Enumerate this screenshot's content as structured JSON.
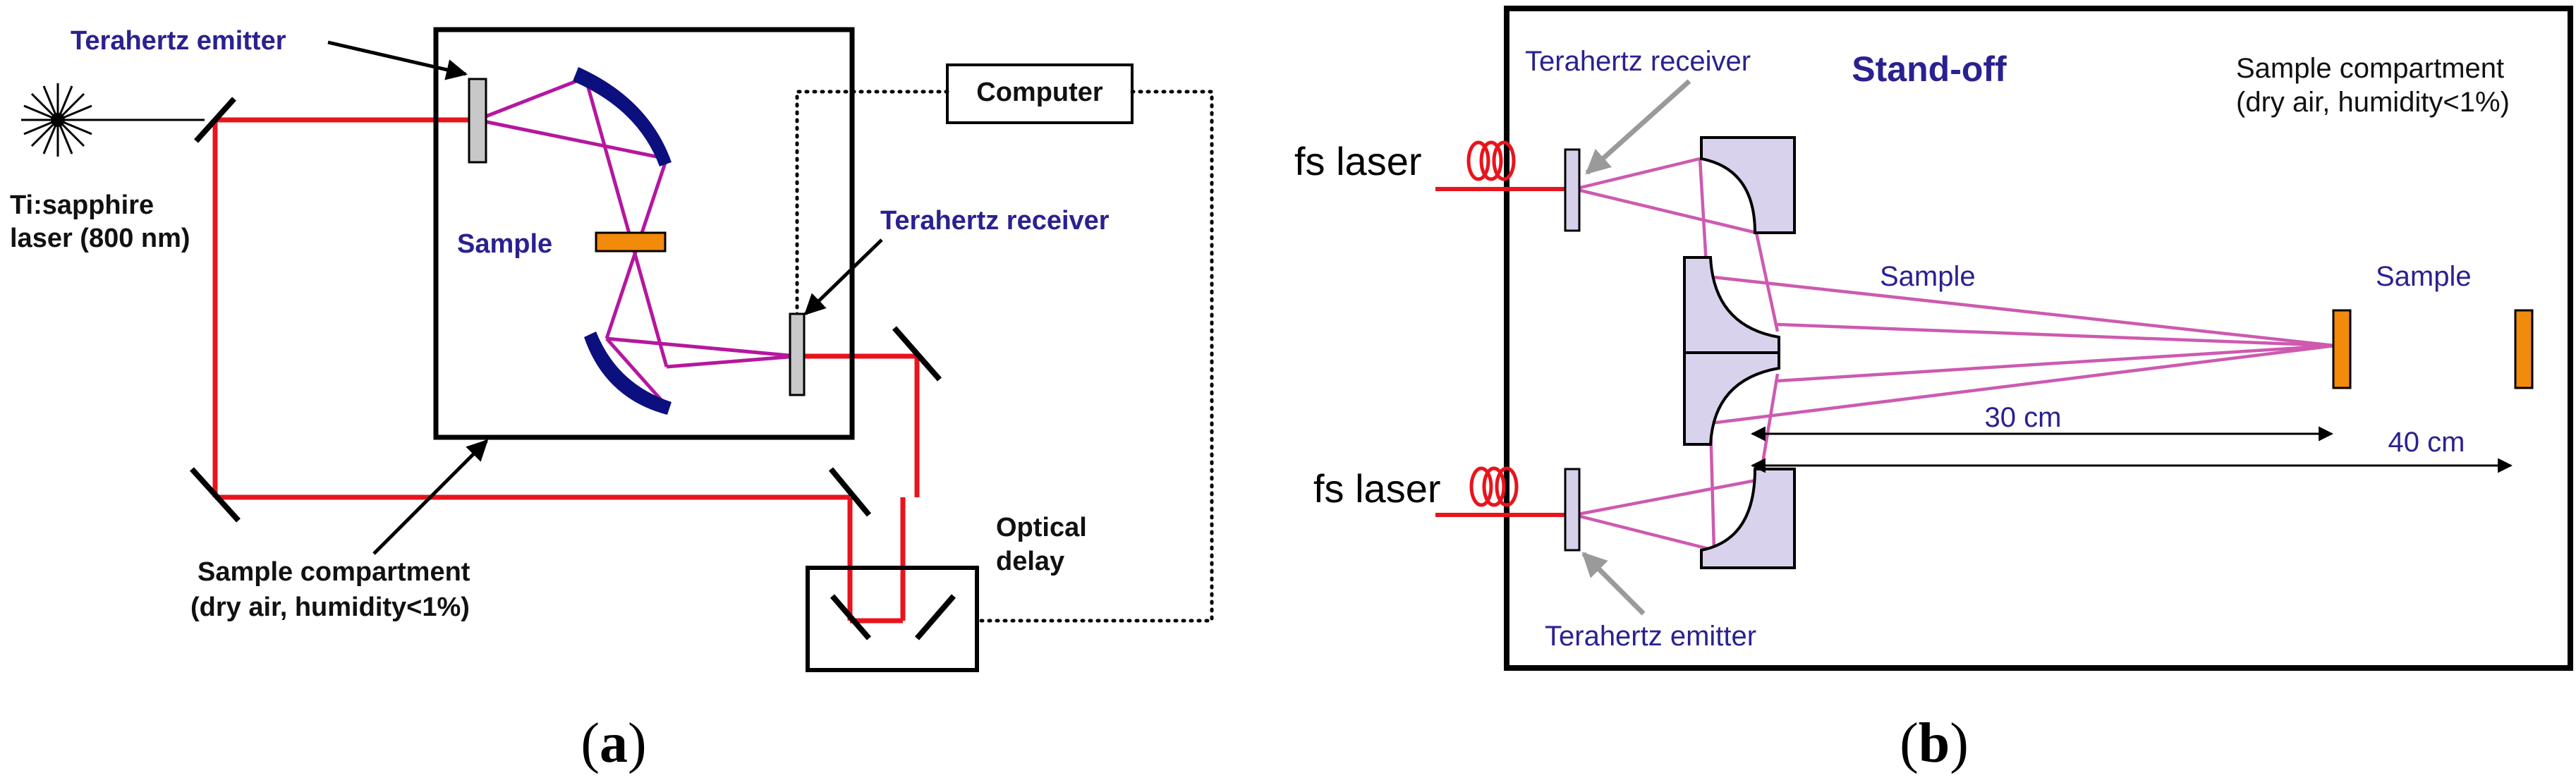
{
  "colors": {
    "laser": "#e8141c",
    "thz_a": "#b5179e",
    "thz_b": "#cd5ab0",
    "mirror_a": "#0c0f7e",
    "sample": "#f28a0c",
    "label_blue": "#2a2190",
    "mirror_b_fill": "#d9d2ec",
    "line": "#000000"
  },
  "panel_a": {
    "label_open": "(",
    "label_letter": "a",
    "label_close": ")",
    "terahertz_emitter": "Terahertz emitter",
    "ti_sapphire_line1": "Ti:sapphire",
    "ti_sapphire_line2": "laser (800 nm)",
    "sample": "Sample",
    "terahertz_receiver": "Terahertz receiver",
    "computer": "Computer",
    "optical_delay_line1": "Optical",
    "optical_delay_line2": "delay",
    "sample_compartment_line1": "Sample compartment",
    "sample_compartment_line2": "(dry air, humidity<1%)",
    "icons": [
      "laser-burst-icon"
    ]
  },
  "panel_b": {
    "label_open": "(",
    "label_letter": "b",
    "label_close": ")",
    "stand_off": "Stand-off",
    "terahertz_receiver": "Terahertz receiver",
    "terahertz_emitter": "Terahertz emitter",
    "sample_compartment_line1": "Sample compartment",
    "sample_compartment_line2": "(dry air, humidity<1%)",
    "fs_laser_top": "fs laser",
    "fs_laser_bottom": "fs laser",
    "sample_center": "Sample",
    "sample_right": "Sample",
    "dist_30": "30 cm",
    "dist_40": "40 cm",
    "icons": [
      "fiber-coil-icon"
    ]
  }
}
